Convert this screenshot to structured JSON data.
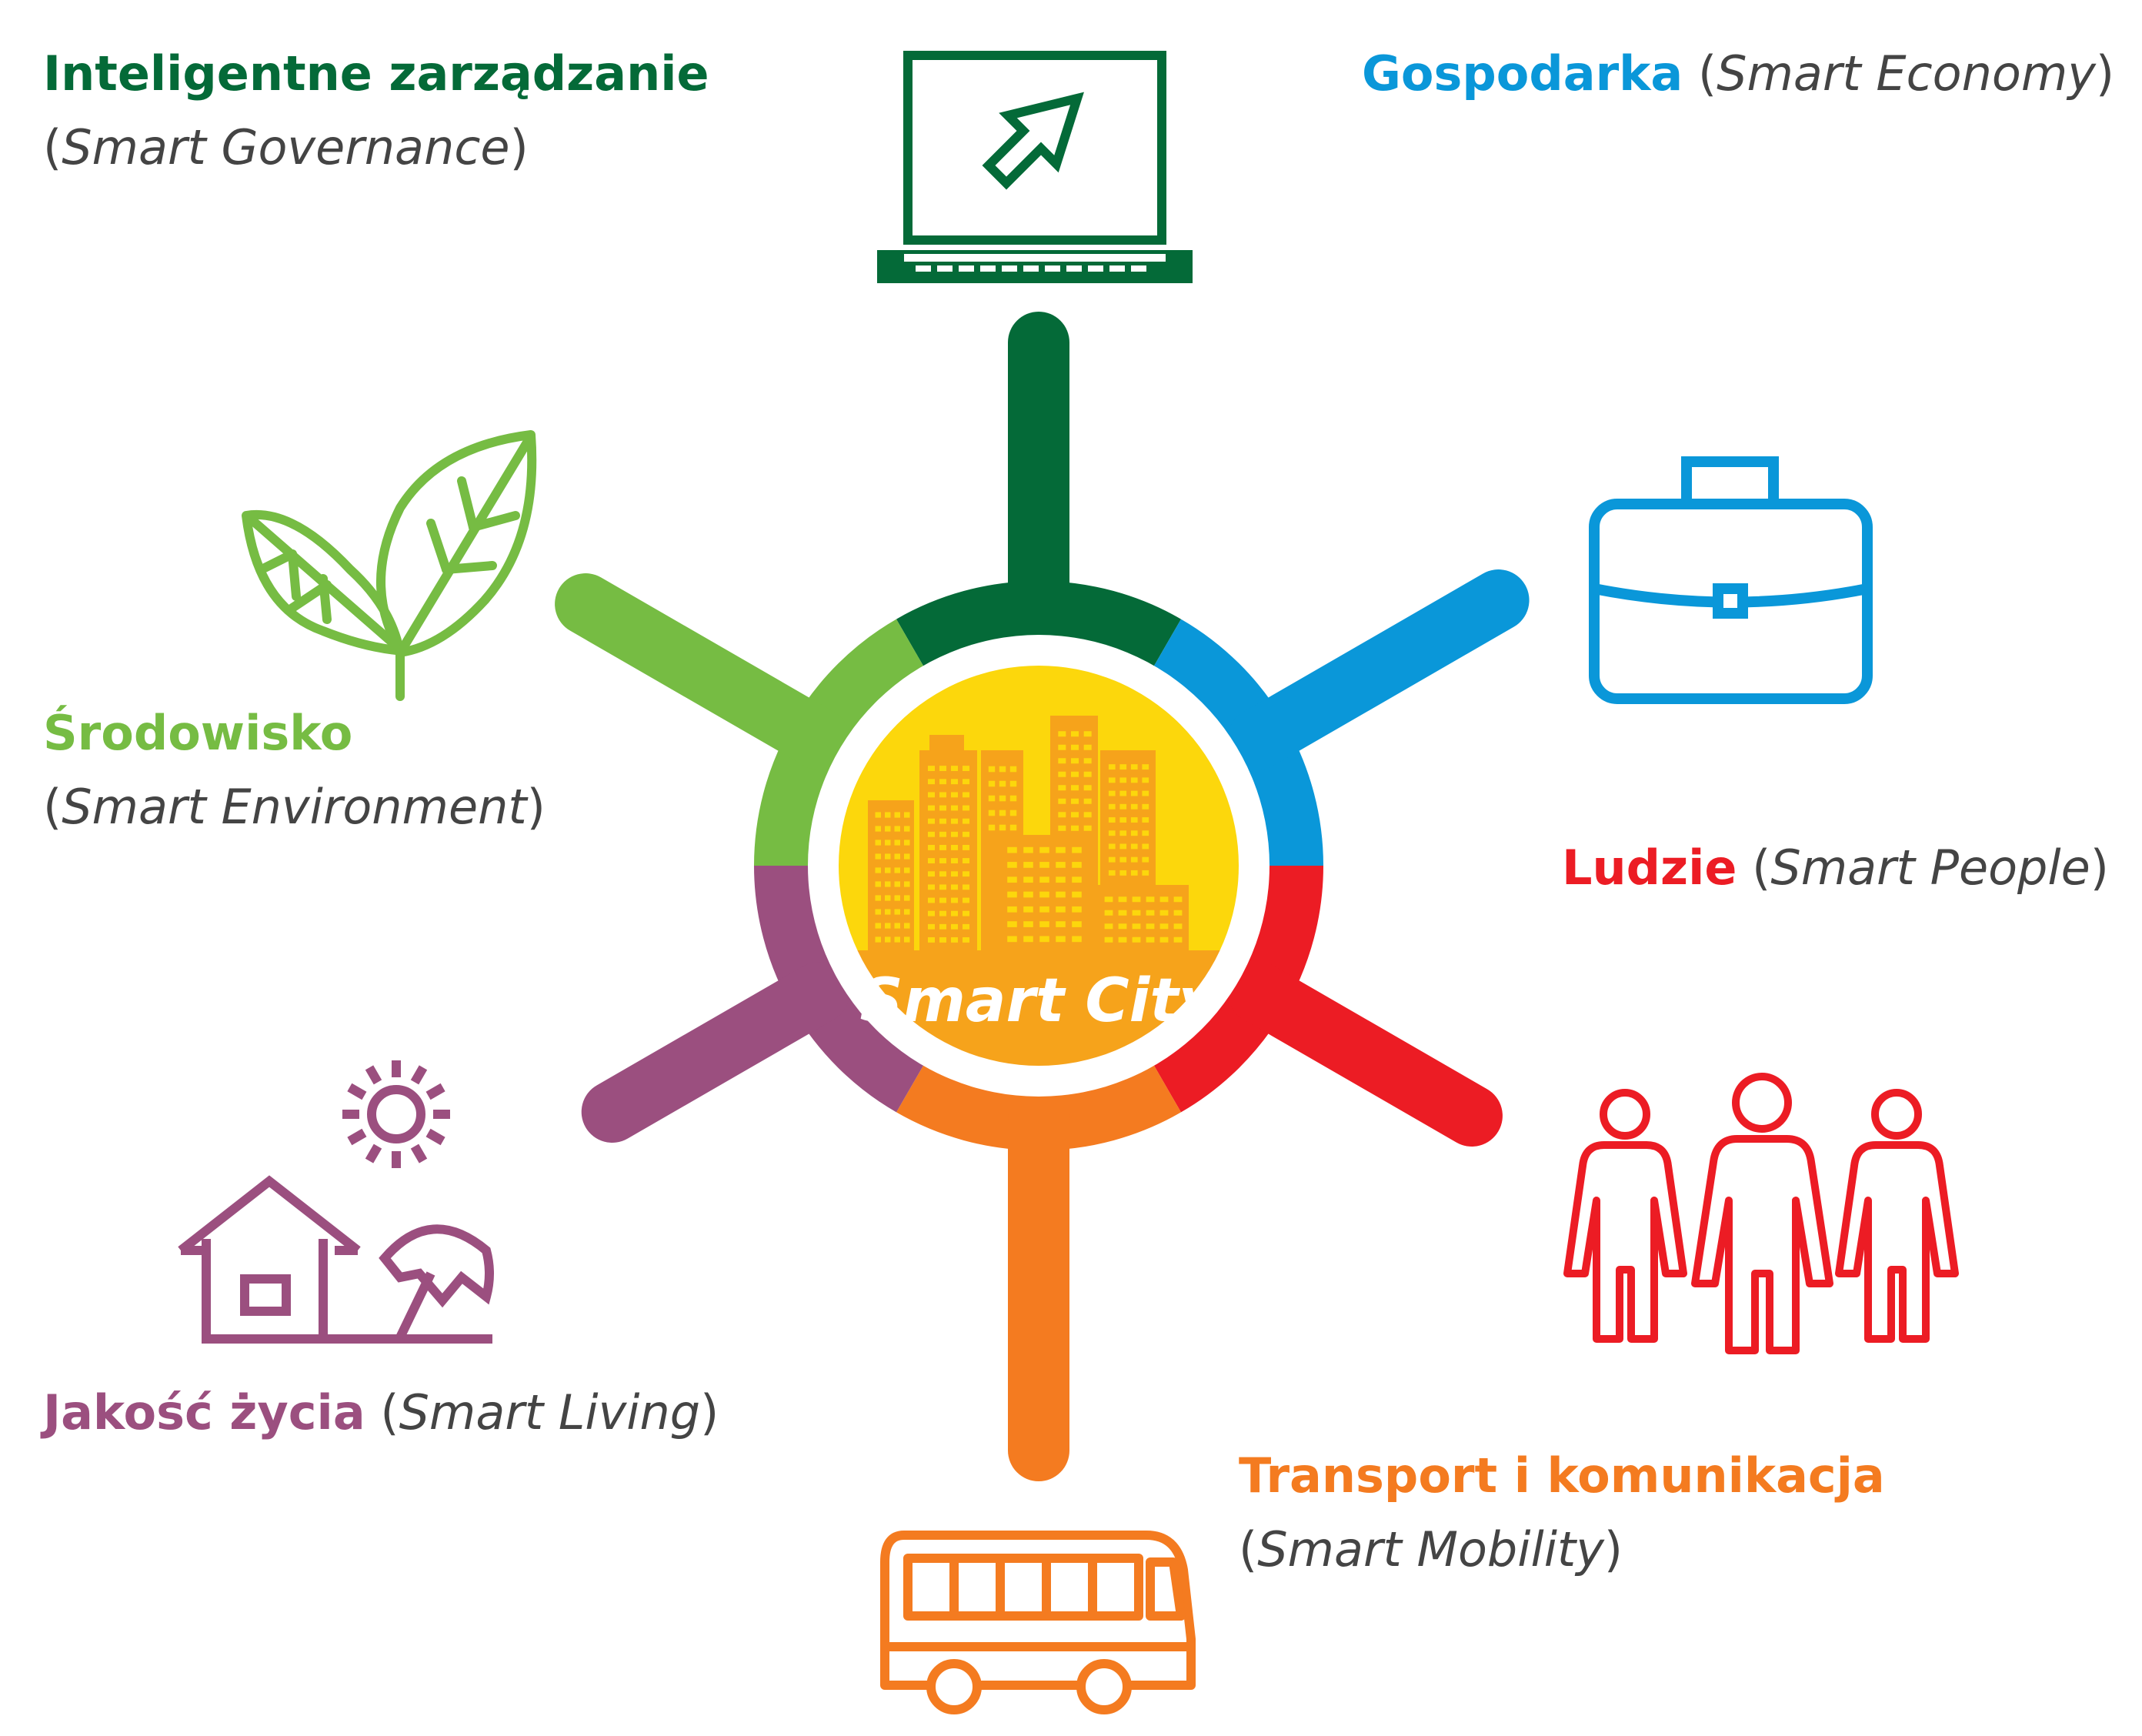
{
  "colors": {
    "governance": "#046a38",
    "economy": "#0a97d9",
    "people": "#ec1c24",
    "mobility": "#f47b20",
    "living": "#9b4f7f",
    "environment": "#76bc43",
    "center_top": "#fcd70c",
    "center_bottom": "#f6a31b",
    "buildings": "#f6a31b",
    "paren_text": "#444444"
  },
  "center": {
    "label": "Smart City"
  },
  "domains": {
    "governance": {
      "pl": "Inteligentne zarządzanie",
      "en_open": "(",
      "en": "Smart Governance",
      "en_close": ")",
      "icon": "laptop-cursor-icon"
    },
    "economy": {
      "pl": "Gospodarka",
      "en_open": "(",
      "en": "Smart Economy",
      "en_close": ")",
      "icon": "briefcase-icon"
    },
    "people": {
      "pl": "Ludzie",
      "en_open": "(",
      "en": "Smart People",
      "en_close": ")",
      "icon": "people-group-icon"
    },
    "mobility": {
      "pl": "Transport i komunikacja",
      "en_open": "(",
      "en": "Smart Mobility",
      "en_close": ")",
      "icon": "bus-icon"
    },
    "living": {
      "pl": "Jakość życia",
      "en_open": "(",
      "en": "Smart Living",
      "en_close": ")",
      "icon": "house-sun-umbrella-icon"
    },
    "environment": {
      "pl": "Środowisko",
      "en_open": "(",
      "en": "Smart Environment",
      "en_close": ")",
      "icon": "leaves-icon"
    }
  }
}
